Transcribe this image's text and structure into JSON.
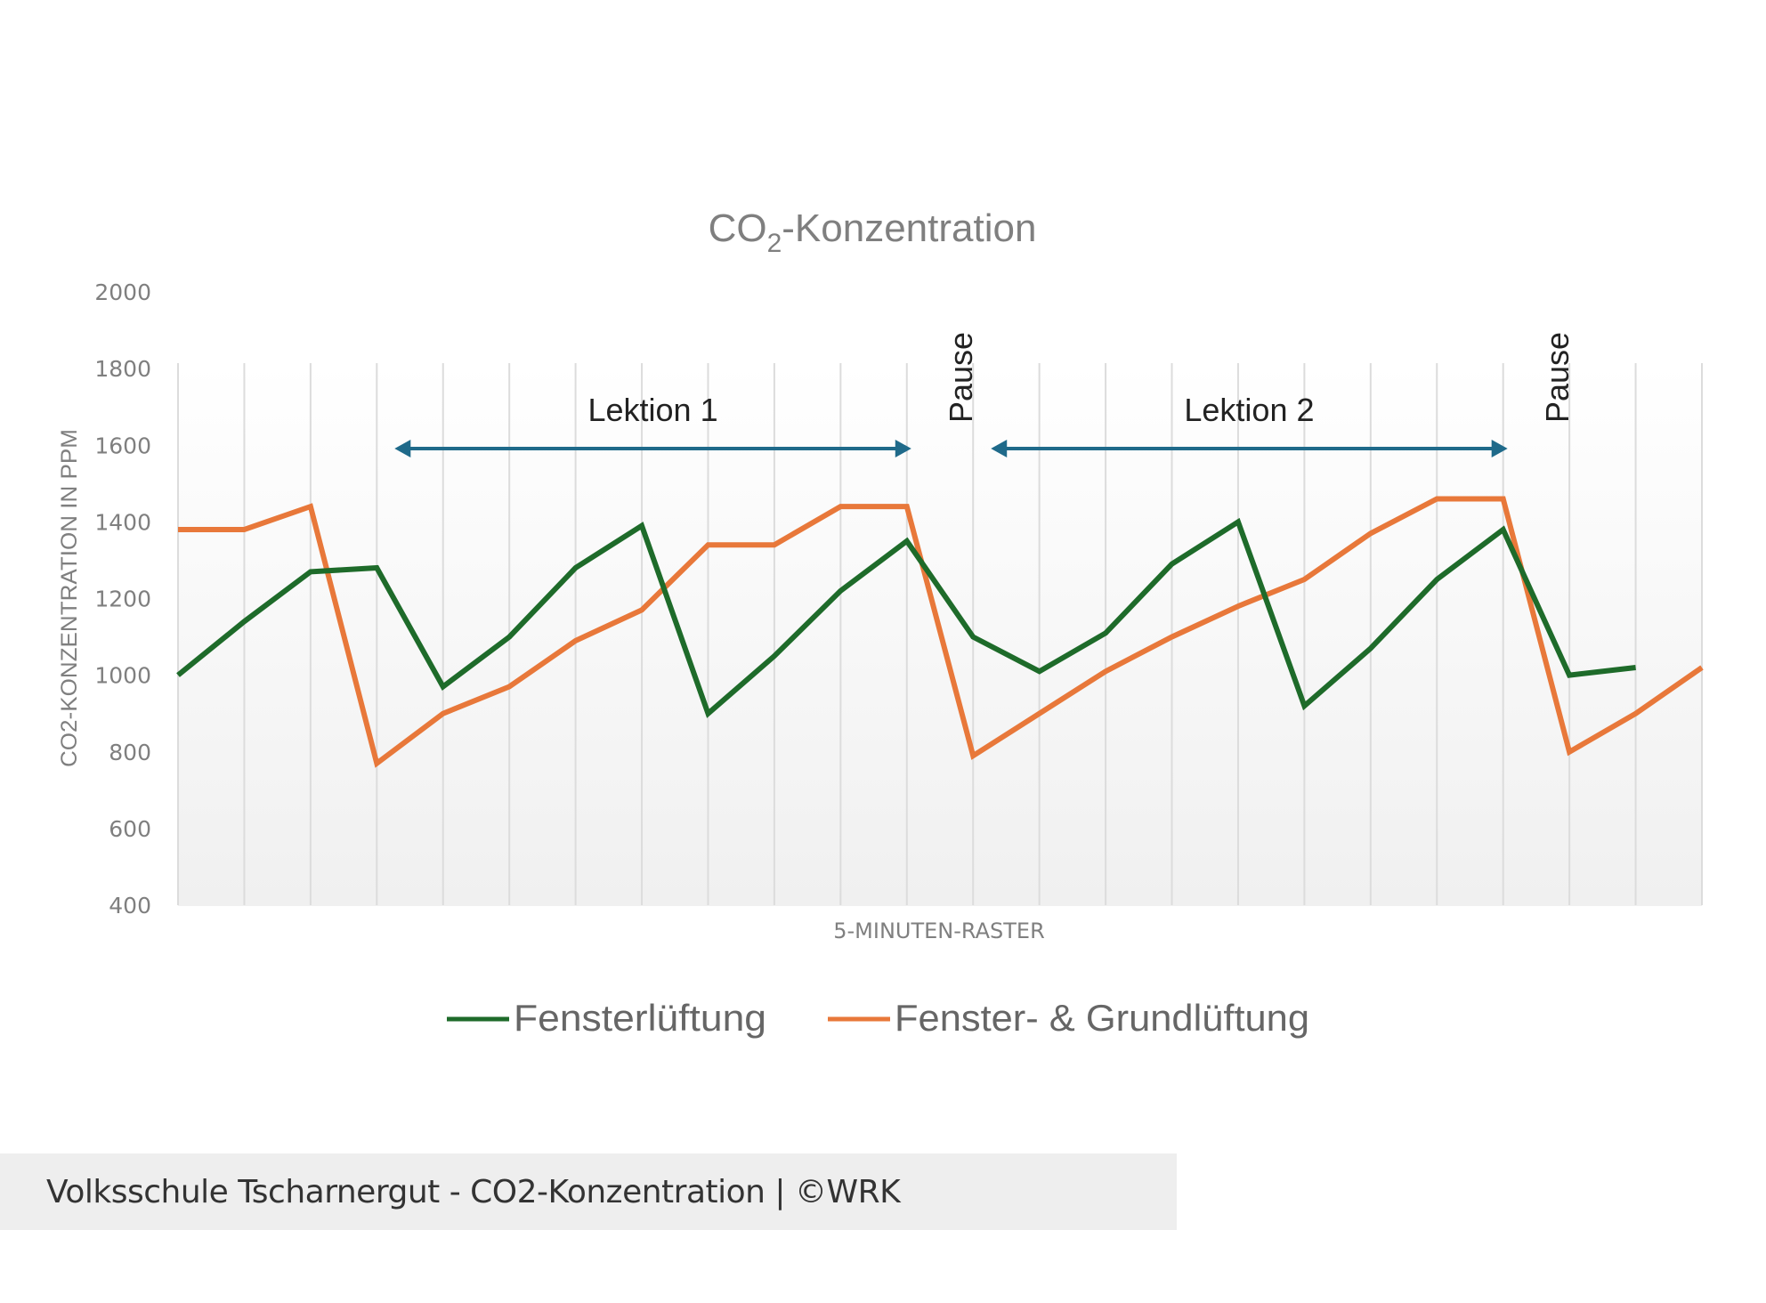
{
  "chart_data": {
    "type": "line",
    "title": "CO2-Konzentration",
    "title_main": "CO",
    "title_sub": "2",
    "title_rest": "-Konzentration",
    "xlabel": "5-MINUTEN-RASTER",
    "ylabel": "CO2-KONZENTRATION IN PPM",
    "ylim": [
      400,
      2000
    ],
    "yticks": [
      2000,
      1800,
      1600,
      1400,
      1200,
      1000,
      800,
      600,
      400
    ],
    "grid": {
      "vertical": true,
      "horizontal": false
    },
    "x": [
      1,
      2,
      3,
      4,
      5,
      6,
      7,
      8,
      9,
      10,
      11,
      12,
      13,
      14,
      15,
      16,
      17,
      18,
      19,
      20,
      21,
      22,
      23,
      24
    ],
    "series": [
      {
        "name": "Fensterlüftung",
        "color": "#1e6b2a",
        "values": [
          1000,
          1140,
          1270,
          1280,
          970,
          1100,
          1280,
          1390,
          900,
          1050,
          1220,
          1350,
          1100,
          1010,
          1110,
          1290,
          1400,
          920,
          1070,
          1250,
          1380,
          1000,
          1020,
          null
        ]
      },
      {
        "name": "Fenster- & Grundlüftung",
        "color": "#e8783a",
        "values": [
          1380,
          1380,
          1440,
          770,
          900,
          970,
          1090,
          1170,
          1340,
          1340,
          1440,
          1440,
          790,
          900,
          1010,
          1100,
          1180,
          1250,
          1370,
          1460,
          1460,
          800,
          900,
          1020
        ]
      }
    ],
    "legend": {
      "position": "bottom",
      "entries": [
        "Fensterlüftung",
        "Fenster- & Grundlüftung"
      ]
    },
    "annotations": [
      {
        "type": "double-arrow",
        "label": "Lektion 1",
        "from_index": 4,
        "to_index": 12,
        "color": "#1f6a8a"
      },
      {
        "type": "vertical-text",
        "label": "Pause",
        "at_index": 12.5
      },
      {
        "type": "double-arrow",
        "label": "Lektion 2",
        "from_index": 13,
        "to_index": 21,
        "color": "#1f6a8a"
      },
      {
        "type": "vertical-text",
        "label": "Pause",
        "at_index": 21.5
      }
    ]
  },
  "caption": {
    "text": "Volksschule Tscharnergut - CO2-Konzentration | ©WRK"
  }
}
